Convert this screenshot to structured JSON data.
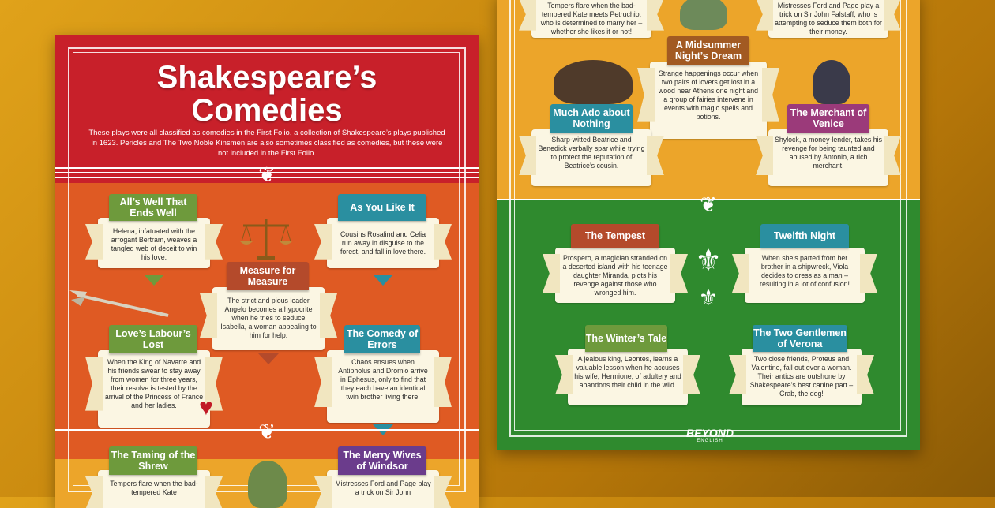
{
  "left": {
    "title_line1": "Shakespeare’s",
    "title_line2": "Comedies",
    "intro": "These plays were all classified as comedies in the First Folio, a collection of Shakespeare’s plays published in 1623. Pericles and The Two Noble Kinsmen are also sometimes classified as comedies, but these were not included in the First Folio.",
    "plays": [
      {
        "title": "All’s Well That Ends Well",
        "desc": "Helena, infatuated with the arrogant Bertram, weaves a tangled web of deceit to win his love."
      },
      {
        "title": "As You Like It",
        "desc": "Cousins Rosalind and Celia run away in disguise to the forest, and fall in love there."
      },
      {
        "title": "Measure for Measure",
        "desc": "The strict and pious leader Angelo becomes a hypocrite when he tries to seduce Isabella, a woman appealing to him for help."
      },
      {
        "title": "Love’s Labour’s Lost",
        "desc": "When the King of Navarre and his friends swear to stay away from women for three years, their resolve is tested by the arrival of the Princess of France and her ladies."
      },
      {
        "title": "The Comedy of Errors",
        "desc": "Chaos ensues when Antipholus and Dromio arrive in Ephesus, only to find that they each have an identical twin brother living there!"
      },
      {
        "title": "The Taming of the Shrew",
        "desc": "Tempers flare when the bad-tempered Kate"
      },
      {
        "title": "The Merry Wives of Windsor",
        "desc": "Mistresses Ford and Page play a trick on Sir John"
      }
    ]
  },
  "right": {
    "top_plays": [
      {
        "title": "",
        "desc": "Tempers flare when the bad-tempered Kate meets Petruchio, who is determined to marry her – whether she likes it or not!"
      },
      {
        "title": "",
        "desc": "Mistresses Ford and Page play a trick on Sir John Falstaff, who is attempting to seduce them both for their money."
      },
      {
        "title": "A Midsummer Night’s Dream",
        "desc": "Strange happenings occur when two pairs of lovers get lost in a wood near Athens one night and a group of fairies intervene in events with magic spells and potions."
      },
      {
        "title": "Much Ado about Nothing",
        "desc": "Sharp-witted Beatrice and Benedick verbally spar while trying to protect the reputation of Beatrice’s cousin."
      },
      {
        "title": "The Merchant of Venice",
        "desc": "Shylock, a money-lender, takes his revenge for being taunted and abused by Antonio, a rich merchant."
      }
    ],
    "green_plays": [
      {
        "title": "The Tempest",
        "desc": "Prospero, a magician stranded on a deserted island with his teenage daughter Miranda, plots his revenge against those who wronged him."
      },
      {
        "title": "Twelfth Night",
        "desc": "When she’s parted from her brother in a shipwreck, Viola decides to dress as a man – resulting in a lot of confusion!"
      },
      {
        "title": "The Winter’s Tale",
        "desc": "A jealous king, Leontes, learns a valuable lesson when he accuses his wife, Hermione, of adultery and abandons their child in the wild."
      },
      {
        "title": "The Two Gentlemen of Verona",
        "desc": "Two close friends, Proteus and Valentine, fall out over a woman. Their antics are outshone by Shakespeare’s best canine part – Crab, the dog!"
      }
    ],
    "logo_main": "BEYOND",
    "logo_sub": "ENGLISH"
  },
  "colors": {
    "red": "#c8202a",
    "orange": "#df5a23",
    "amber": "#eca52a",
    "green": "#2f8a2e",
    "olive": "#6e9a3c",
    "teal": "#2a8fa0",
    "rust": "#b44a2b",
    "purple": "#6b3c8c",
    "brown": "#a25a22",
    "magenta": "#9b3a7a"
  }
}
